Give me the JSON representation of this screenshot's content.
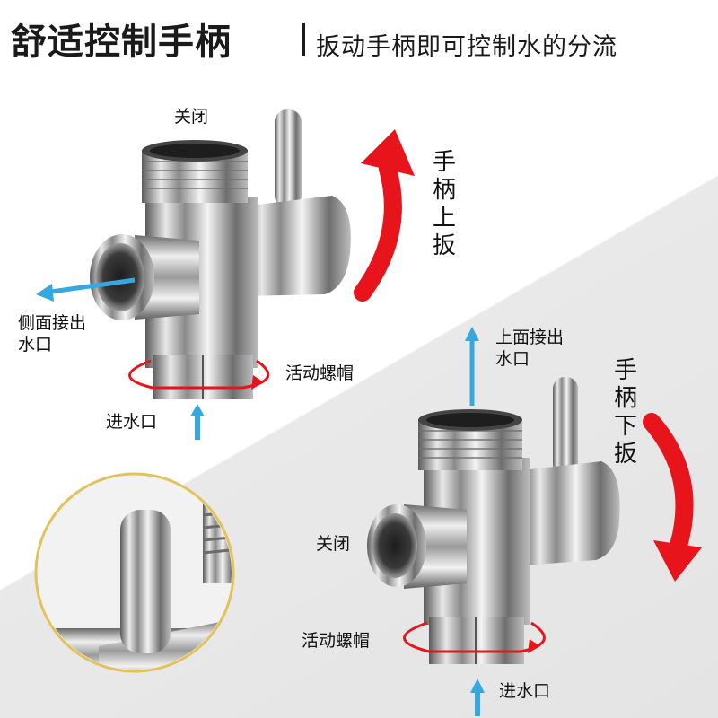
{
  "header": {
    "title": "舒适控制手柄",
    "subtitle": "扳动手柄即可控制水的分流"
  },
  "valve_top": {
    "closed_label": "关闭",
    "side_outlet_label": "侧面接出水口",
    "nut_label": "活动螺帽",
    "inlet_label": "进水口",
    "handle_label": "手柄上扳"
  },
  "valve_bottom": {
    "top_outlet_label": "上面接出水口",
    "handle_label": "手柄下扳",
    "closed_label": "关闭",
    "nut_label": "活动螺帽",
    "inlet_label": "进水口"
  },
  "colors": {
    "arrow_red": "#e8141b",
    "arrow_blue": "#36a8e0",
    "detail_ring": "#e3c25a"
  }
}
